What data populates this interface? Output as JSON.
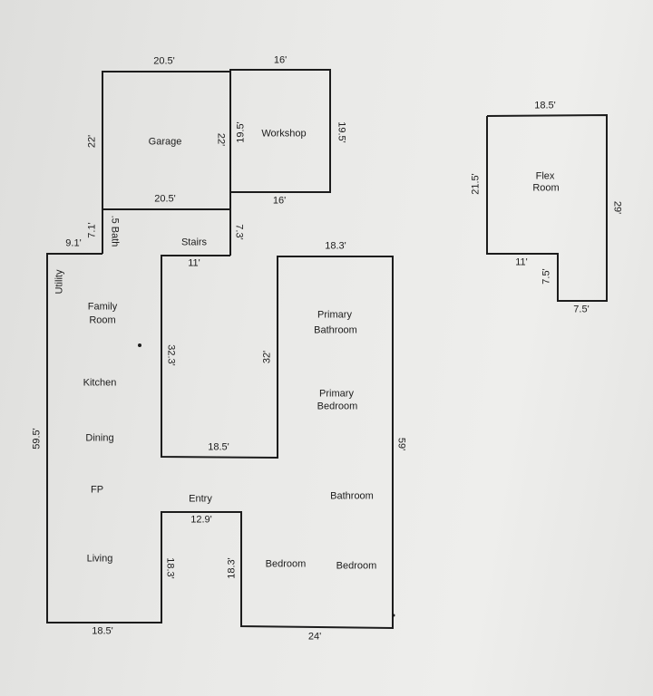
{
  "rooms": {
    "garage": "Garage",
    "workshop": "Workshop",
    "half_bath": ".5 Bath",
    "stairs": "Stairs",
    "utility": "Utility",
    "family_room_1": "Family",
    "family_room_2": "Room",
    "kitchen": "Kitchen",
    "dining": "Dining",
    "fp": "FP",
    "living": "Living",
    "entry": "Entry",
    "primary_bathroom_1": "Primary",
    "primary_bathroom_2": "Bathroom",
    "primary_bedroom_1": "Primary",
    "primary_bedroom_2": "Bedroom",
    "bathroom": "Bathroom",
    "bedroom_1": "Bedroom",
    "bedroom_2": "Bedroom",
    "flex_room_1": "Flex",
    "flex_room_2": "Room"
  },
  "dimensions": {
    "garage_top": "20.5'",
    "workshop_top": "16'",
    "garage_left": "22'",
    "garage_right": "22'",
    "workshop_left": "19.5'",
    "workshop_right": "19.5'",
    "garage_bottom": "20.5'",
    "workshop_bottom": "16'",
    "bath_height": "7.1'",
    "utility_top": "9.1'",
    "stairs_height": "7.3'",
    "stairs_width": "11'",
    "bedroom_wing_top": "18.3'",
    "inner_left": "32.3'",
    "inner_right": "32'",
    "inner_bottom": "18.5'",
    "left_wall": "59.5'",
    "right_wall": "59'",
    "entry_width": "12.9'",
    "entry_left": "18.3'",
    "entry_right": "18.3'",
    "living_bottom": "18.5'",
    "bedroom_bottom": "24'",
    "flex_top": "18.5'",
    "flex_left": "21.5'",
    "flex_right": "29'",
    "flex_step_width": "11'",
    "flex_step_height": "7.5'",
    "flex_bottom": "7.5'"
  }
}
